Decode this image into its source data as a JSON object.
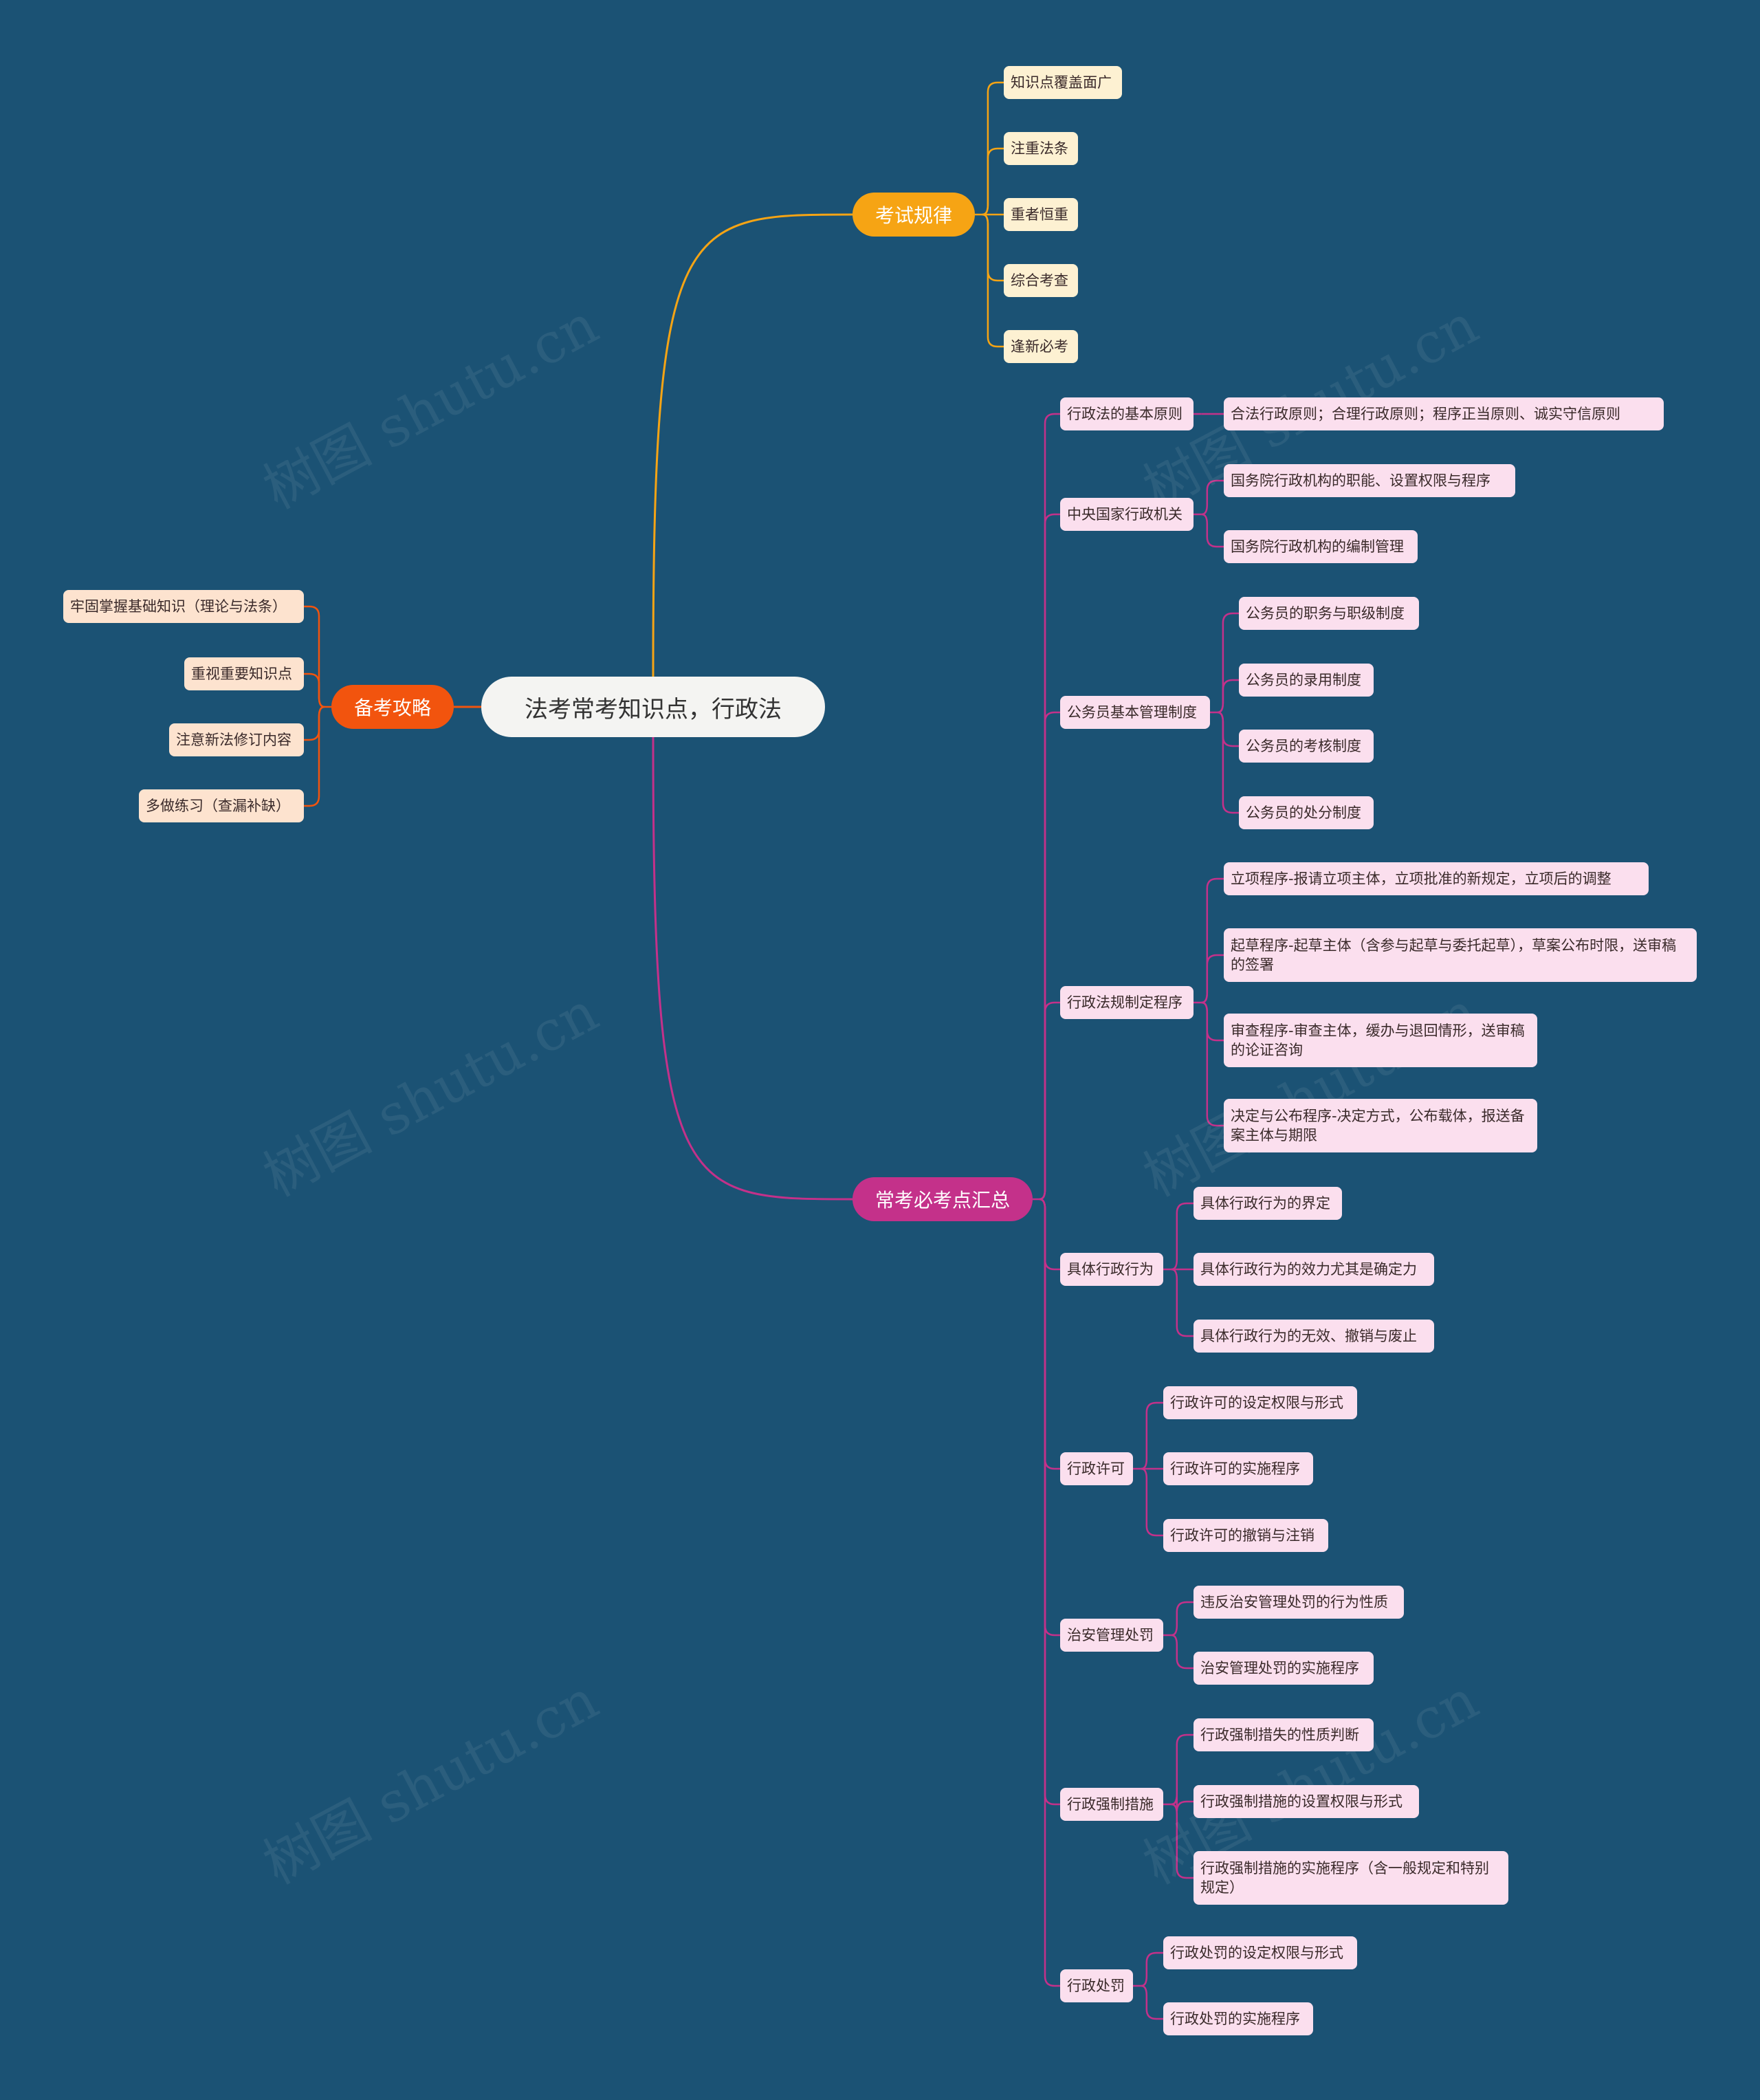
{
  "root": {
    "label": "法考常考知识点，行政法"
  },
  "colors": {
    "background": "#1b5274",
    "exam": "#f6a414",
    "summary": "#c4318a",
    "strategy": "#f2540e"
  },
  "branches": {
    "exam": {
      "label": "考试规律",
      "children": [
        "知识点覆盖面广",
        "注重法条",
        "重者恒重",
        "综合考查",
        "逢新必考"
      ]
    },
    "summary": {
      "label": "常考必考点汇总",
      "children": [
        {
          "label": "行政法的基本原则",
          "children": [
            "合法行政原则；合理行政原则；程序正当原则、诚实守信原则"
          ]
        },
        {
          "label": "中央国家行政机关",
          "children": [
            "国务院行政机构的职能、设置权限与程序",
            "国务院行政机构的编制管理"
          ]
        },
        {
          "label": "公务员基本管理制度",
          "children": [
            "公务员的职务与职级制度",
            "公务员的录用制度",
            "公务员的考核制度",
            "公务员的处分制度"
          ]
        },
        {
          "label": "行政法规制定程序",
          "children": [
            "立项程序-报请立项主体，立项批准的新规定，立项后的调整",
            "起草程序-起草主体（含参与起草与委托起草），草案公布时限，送审稿的签署",
            "审查程序-审查主体，缓办与退回情形，送审稿的论证咨询",
            "决定与公布程序-决定方式，公布载体，报送备案主体与期限"
          ]
        },
        {
          "label": "具体行政行为",
          "children": [
            "具体行政行为的界定",
            "具体行政行为的效力尤其是确定力",
            "具体行政行为的无效、撤销与废止"
          ]
        },
        {
          "label": "行政许可",
          "children": [
            "行政许可的设定权限与形式",
            "行政许可的实施程序",
            "行政许可的撤销与注销"
          ]
        },
        {
          "label": "治安管理处罚",
          "children": [
            "违反治安管理处罚的行为性质",
            "治安管理处罚的实施程序"
          ]
        },
        {
          "label": "行政强制措施",
          "children": [
            "行政强制措失的性质判断",
            "行政强制措施的设置权限与形式",
            "行政强制措施的实施程序（含一般规定和特别规定）"
          ]
        },
        {
          "label": "行政处罚",
          "children": [
            "行政处罚的设定权限与形式",
            "行政处罚的实施程序"
          ]
        }
      ]
    },
    "strategy": {
      "label": "备考攻略",
      "children": [
        "牢固掌握基础知识（理论与法条）",
        "重视重要知识点",
        "注意新法修订内容",
        "多做练习（查漏补缺）"
      ]
    }
  },
  "watermark": "树图 shutu.cn"
}
